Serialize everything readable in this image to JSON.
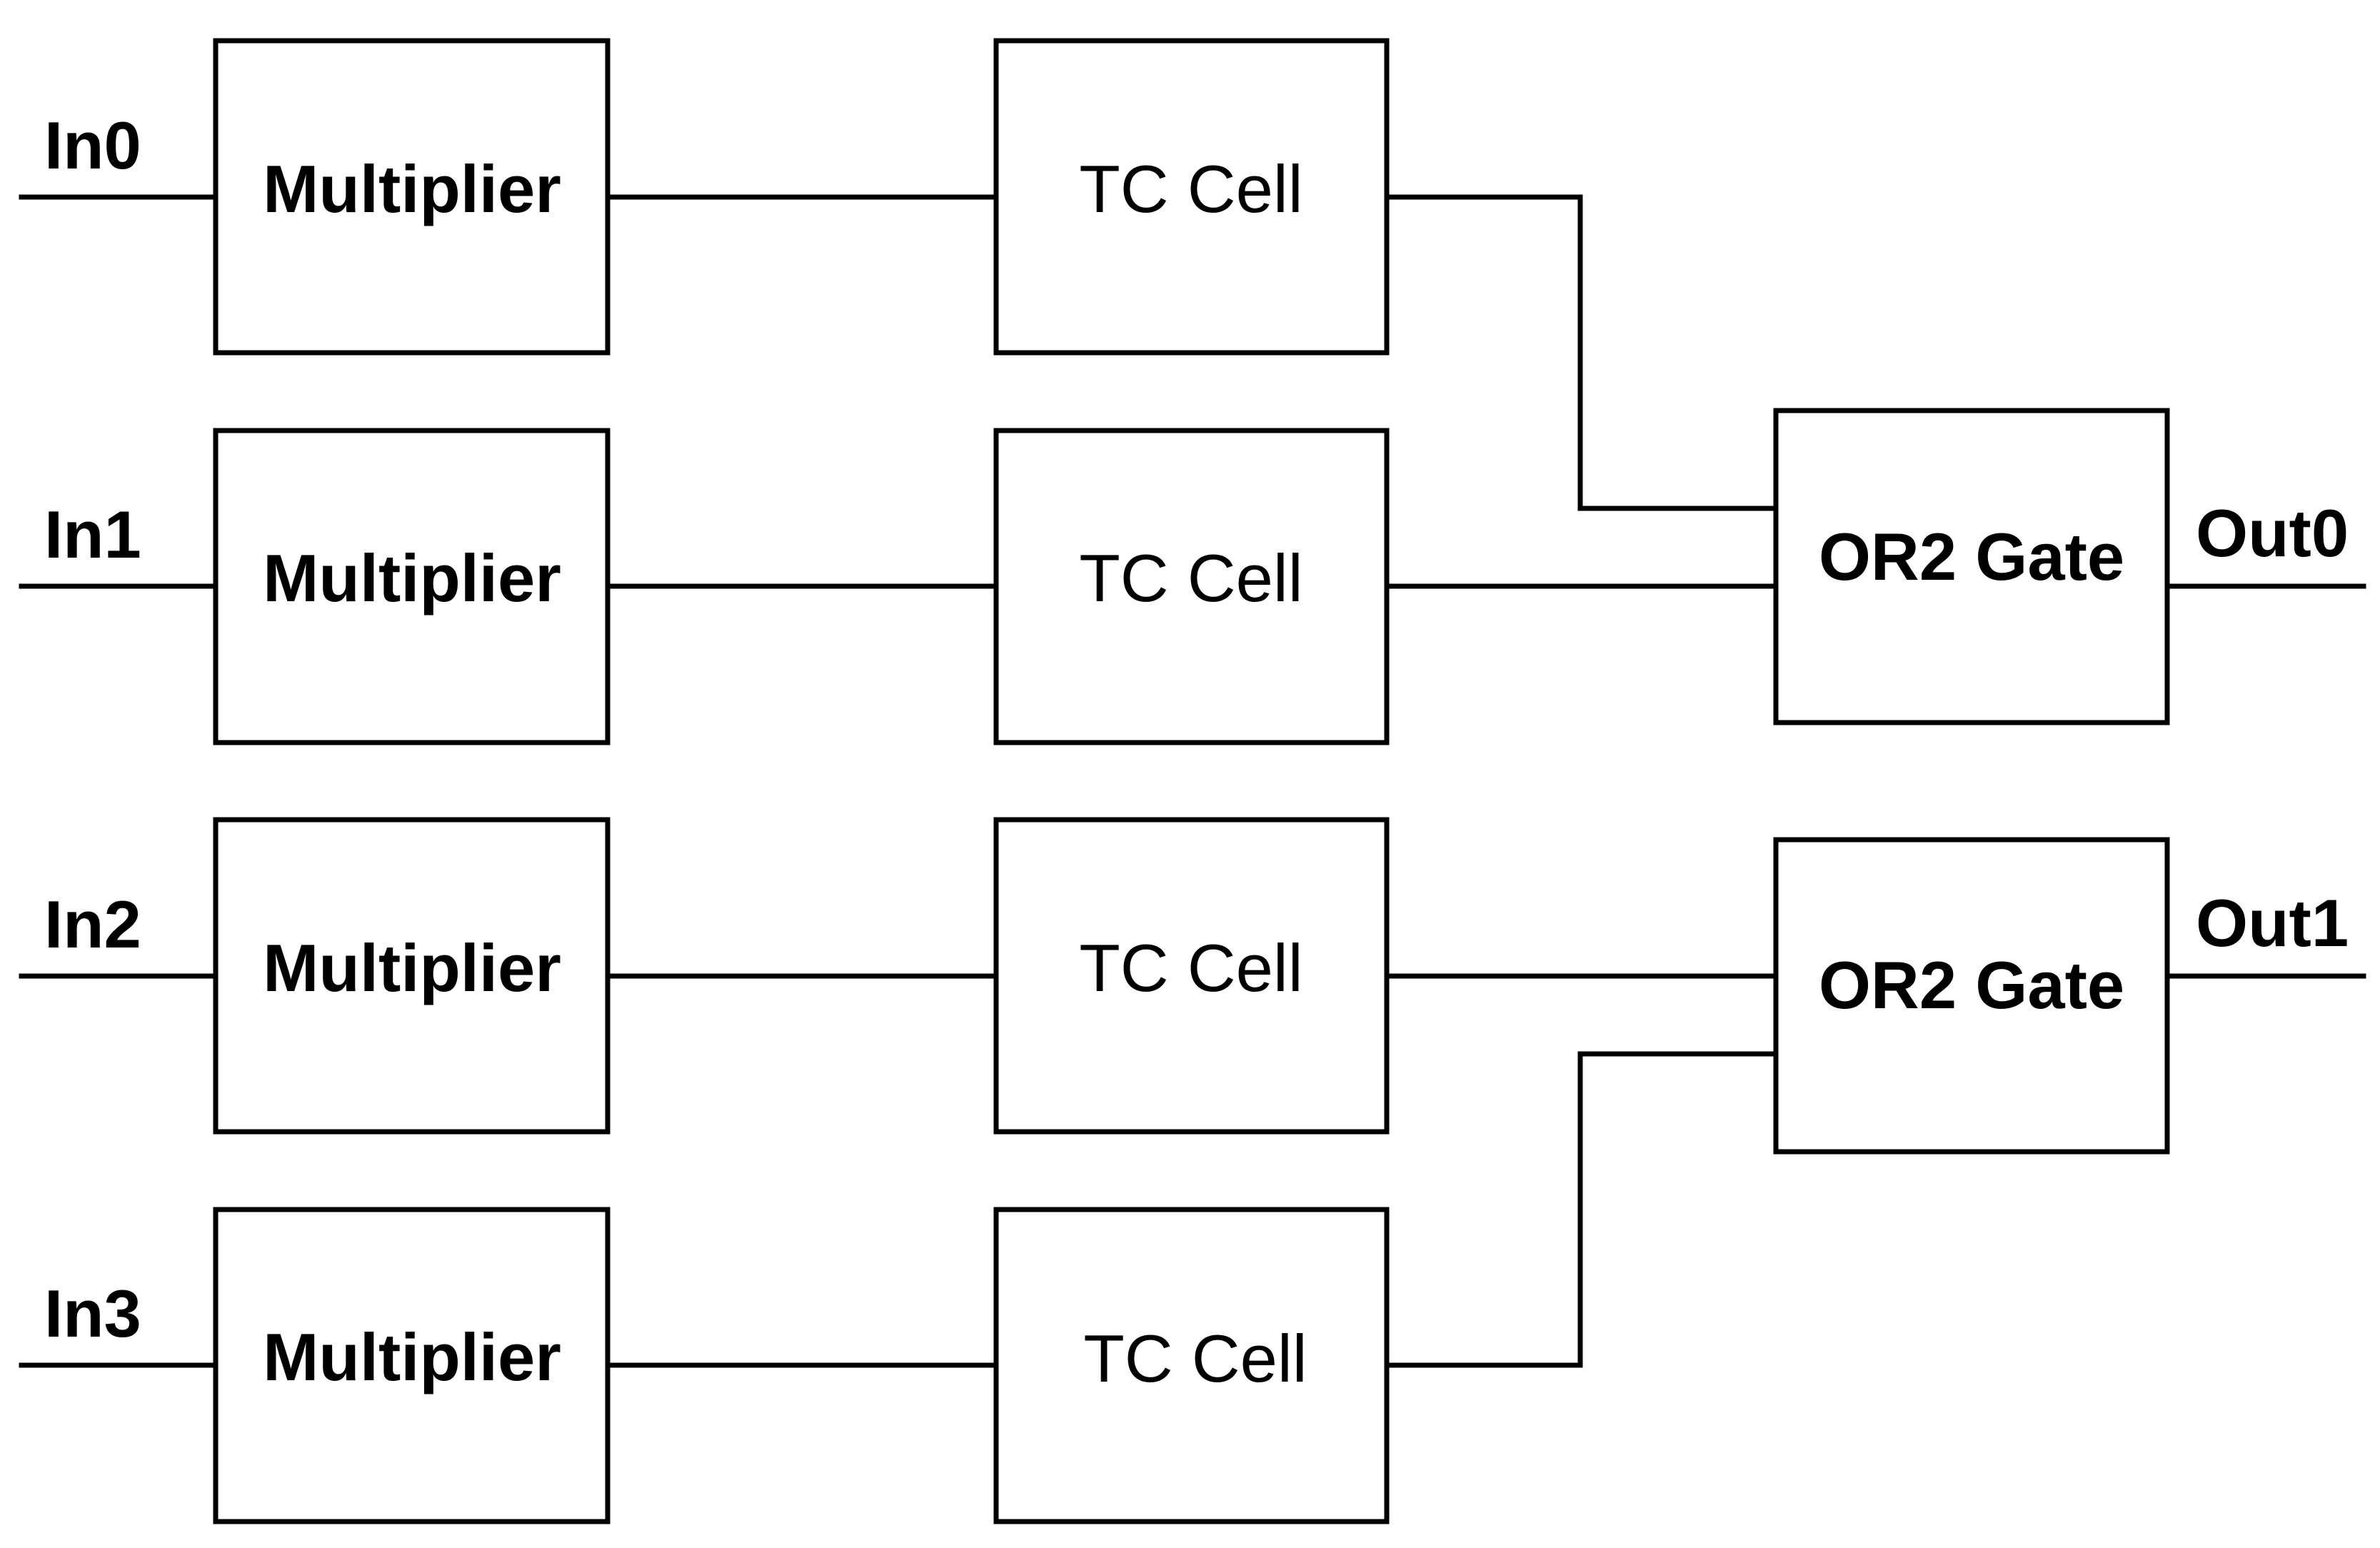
{
  "inputs": [
    "In0",
    "In1",
    "In2",
    "In3"
  ],
  "outputs": [
    "Out0",
    "Out1"
  ],
  "multipliers": [
    {
      "label": "Multiplier"
    },
    {
      "label": "Multiplier"
    },
    {
      "label": "Multiplier"
    },
    {
      "label": "Multiplier"
    }
  ],
  "tc_cells": [
    {
      "label": "TC Cell"
    },
    {
      "label": "TC Cell"
    },
    {
      "label": "TC Cell"
    },
    {
      "label": "TC Cell"
    }
  ],
  "or_gates": [
    {
      "label": "OR2 Gate"
    },
    {
      "label": "OR2 Gate"
    }
  ]
}
